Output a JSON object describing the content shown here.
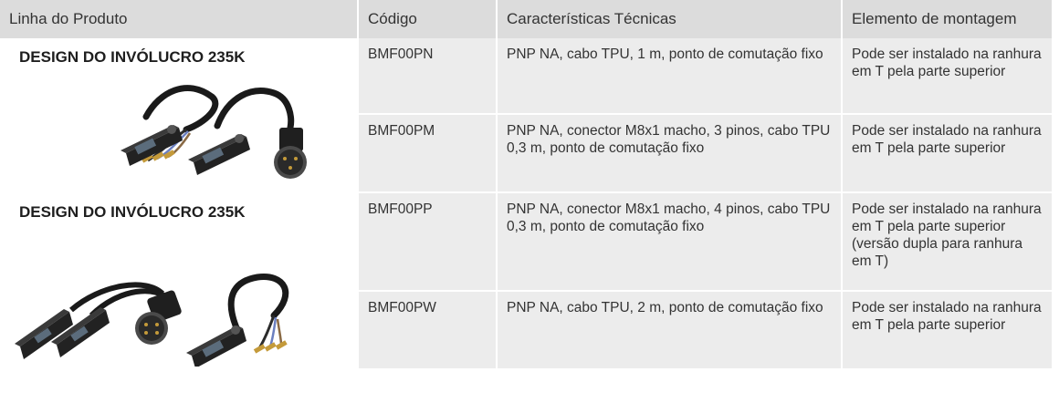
{
  "table": {
    "headers": [
      "Linha do Produto",
      "Código",
      "Características Técnicas",
      "Elemento de montagem"
    ],
    "groups": [
      {
        "title": "DESIGN DO INVÓLUCRO 235K",
        "rows": [
          {
            "code": "BMF00PN",
            "spec": "PNP NA, cabo TPU, 1 m, ponto de comutação fixo",
            "mount": "Pode ser instalado na ranhura em T pela parte superior"
          },
          {
            "code": "BMF00PM",
            "spec": "PNP NA, conector M8x1 macho, 3 pinos, cabo TPU 0,3 m, ponto de comutação fixo",
            "mount": "Pode ser instalado na ranhura em T pela parte superior"
          }
        ]
      },
      {
        "title": "DESIGN DO INVÓLUCRO 235K",
        "rows": [
          {
            "code": "BMF00PP",
            "spec": "PNP NA, conector M8x1 macho, 4 pinos, cabo TPU 0,3 m, ponto de comutação fixo",
            "mount": "Pode ser instalado na ranhura em T pela parte superior (versão dupla para ranhura em T)"
          },
          {
            "code": "BMF00PW",
            "spec": "PNP NA, cabo TPU, 2 m, ponto de comutação fixo",
            "mount": "Pode ser instalado na ranhura em T pela parte superior"
          }
        ]
      }
    ]
  }
}
